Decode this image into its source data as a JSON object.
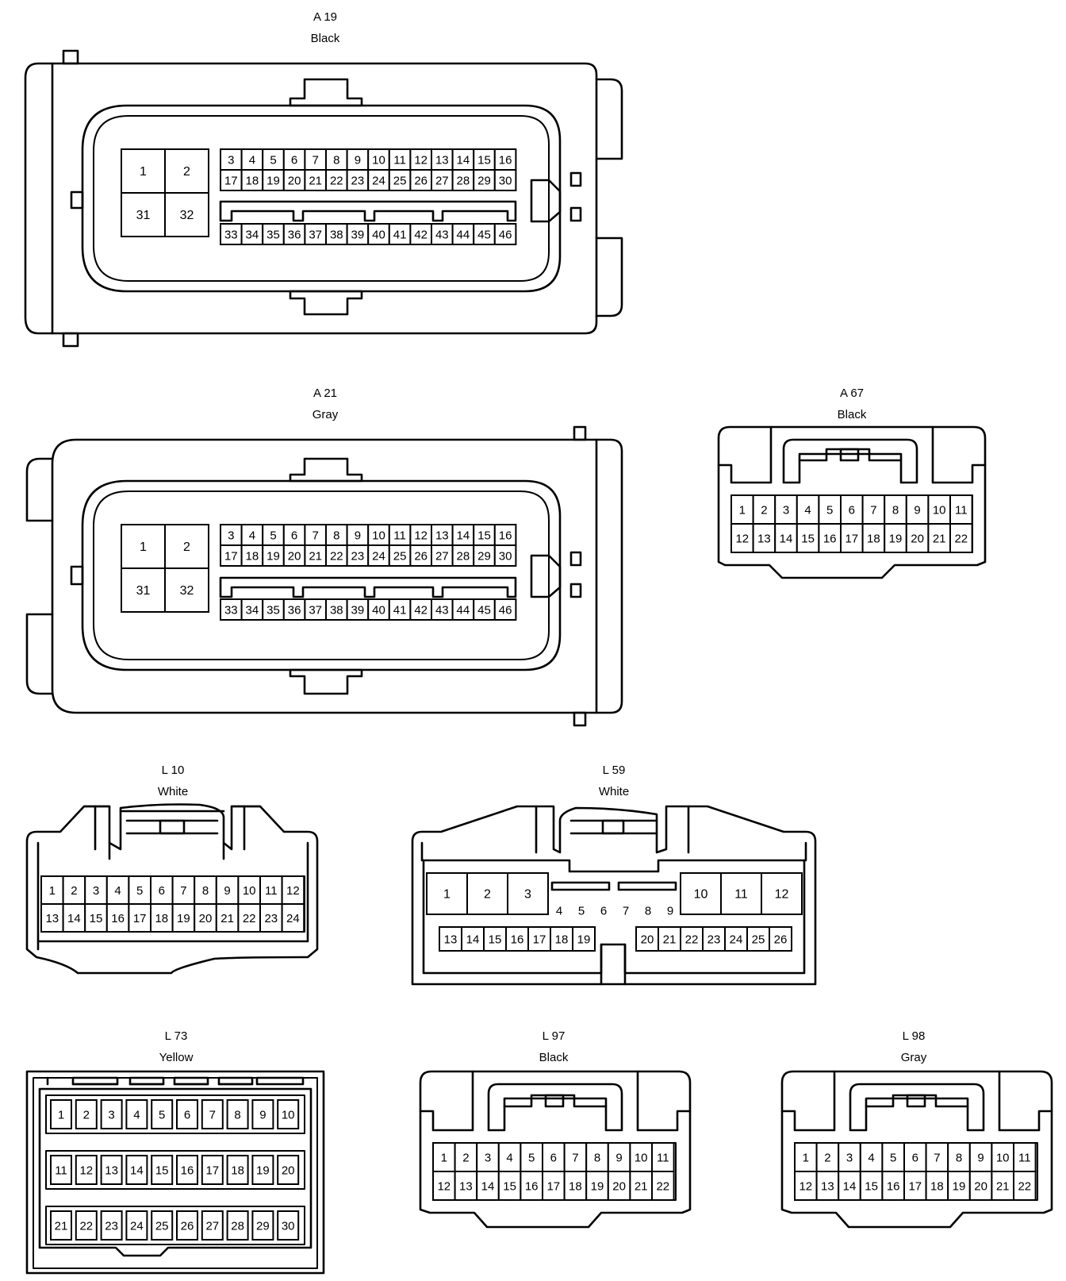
{
  "connectors": [
    {
      "id": "A 19",
      "color": "Black",
      "big_pins": [
        "1",
        "2",
        "31",
        "32"
      ],
      "rows": [
        [
          "3",
          "4",
          "5",
          "6",
          "7",
          "8",
          "9",
          "10",
          "11",
          "12",
          "13",
          "14",
          "15",
          "16"
        ],
        [
          "17",
          "18",
          "19",
          "20",
          "21",
          "22",
          "23",
          "24",
          "25",
          "26",
          "27",
          "28",
          "29",
          "30"
        ],
        [
          "33",
          "34",
          "35",
          "36",
          "37",
          "38",
          "39",
          "40",
          "41",
          "42",
          "43",
          "44",
          "45",
          "46"
        ]
      ]
    },
    {
      "id": "A 21",
      "color": "Gray",
      "big_pins": [
        "1",
        "2",
        "31",
        "32"
      ],
      "rows": [
        [
          "3",
          "4",
          "5",
          "6",
          "7",
          "8",
          "9",
          "10",
          "11",
          "12",
          "13",
          "14",
          "15",
          "16"
        ],
        [
          "17",
          "18",
          "19",
          "20",
          "21",
          "22",
          "23",
          "24",
          "25",
          "26",
          "27",
          "28",
          "29",
          "30"
        ],
        [
          "33",
          "34",
          "35",
          "36",
          "37",
          "38",
          "39",
          "40",
          "41",
          "42",
          "43",
          "44",
          "45",
          "46"
        ]
      ]
    },
    {
      "id": "A 67",
      "color": "Black",
      "rows": [
        [
          "1",
          "2",
          "3",
          "4",
          "5",
          "6",
          "7",
          "8",
          "9",
          "10",
          "11"
        ],
        [
          "12",
          "13",
          "14",
          "15",
          "16",
          "17",
          "18",
          "19",
          "20",
          "21",
          "22"
        ]
      ]
    },
    {
      "id": "L 10",
      "color": "White",
      "rows": [
        [
          "1",
          "2",
          "3",
          "4",
          "5",
          "6",
          "7",
          "8",
          "9",
          "10",
          "11",
          "12"
        ],
        [
          "13",
          "14",
          "15",
          "16",
          "17",
          "18",
          "19",
          "20",
          "21",
          "22",
          "23",
          "24"
        ]
      ]
    },
    {
      "id": "L 59",
      "color": "White",
      "big_left": [
        "1",
        "2",
        "3"
      ],
      "big_right": [
        "10",
        "11",
        "12"
      ],
      "middle": [
        "4",
        "5",
        "6",
        "7",
        "8",
        "9"
      ],
      "bottom_left": [
        "13",
        "14",
        "15",
        "16",
        "17",
        "18",
        "19"
      ],
      "bottom_right": [
        "20",
        "21",
        "22",
        "23",
        "24",
        "25",
        "26"
      ]
    },
    {
      "id": "L 73",
      "color": "Yellow",
      "rows": [
        [
          "1",
          "2",
          "3",
          "4",
          "5",
          "6",
          "7",
          "8",
          "9",
          "10"
        ],
        [
          "11",
          "12",
          "13",
          "14",
          "15",
          "16",
          "17",
          "18",
          "19",
          "20"
        ],
        [
          "21",
          "22",
          "23",
          "24",
          "25",
          "26",
          "27",
          "28",
          "29",
          "30"
        ]
      ]
    },
    {
      "id": "L 97",
      "color": "Black",
      "rows": [
        [
          "1",
          "2",
          "3",
          "4",
          "5",
          "6",
          "7",
          "8",
          "9",
          "10",
          "11"
        ],
        [
          "12",
          "13",
          "14",
          "15",
          "16",
          "17",
          "18",
          "19",
          "20",
          "21",
          "22"
        ]
      ]
    },
    {
      "id": "L 98",
      "color": "Gray",
      "rows": [
        [
          "1",
          "2",
          "3",
          "4",
          "5",
          "6",
          "7",
          "8",
          "9",
          "10",
          "11"
        ],
        [
          "12",
          "13",
          "14",
          "15",
          "16",
          "17",
          "18",
          "19",
          "20",
          "21",
          "22"
        ]
      ]
    }
  ]
}
